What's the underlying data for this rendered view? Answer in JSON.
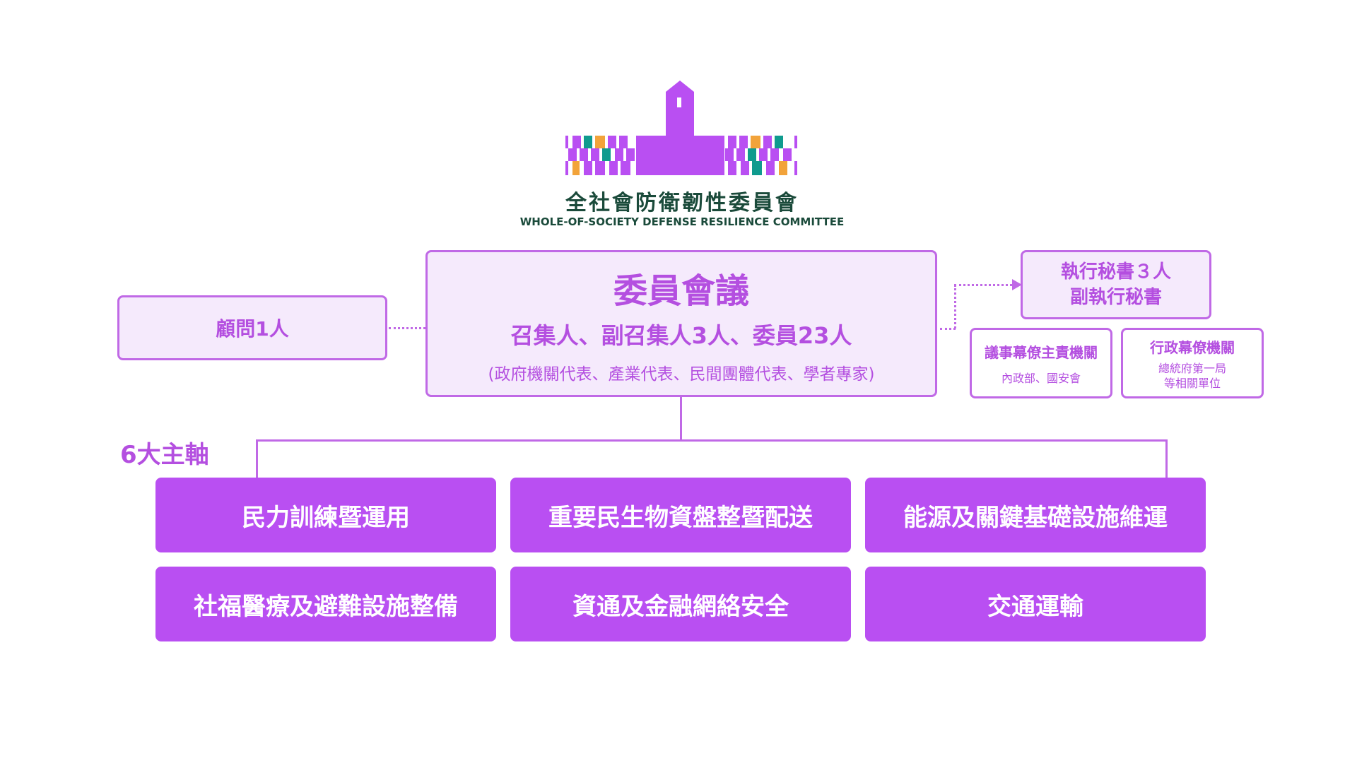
{
  "logo": {
    "name_zh": "全社會防衛韌性委員會",
    "name_en": "WHOLE-OF-SOCIETY DEFENSE RESILIENCE COMMITTEE",
    "colors": {
      "purple": "#b94ff2",
      "green": "#0f9b8e",
      "orange": "#f2a33a",
      "dark_green": "#1a4a3a"
    }
  },
  "advisor": {
    "label": "顧問1人"
  },
  "committee": {
    "title": "委員會議",
    "subtitle": "召集人、副召集人3人、委員23人",
    "note": "(政府機關代表、產業代表、民間團體代表、學者專家)"
  },
  "secretariat": {
    "line1": "執行秘書３人",
    "line2": "副執行秘書"
  },
  "staff_units": [
    {
      "title": "議事幕僚主責機關",
      "detail": "內政部、國安會"
    },
    {
      "title": "行政幕僚機關",
      "detail1": "總統府第一局",
      "detail2": "等相關單位"
    }
  ],
  "pillars_heading": "6大主軸",
  "pillars": [
    "民力訓練暨運用",
    "重要民生物資盤整暨配送",
    "能源及關鍵基礎設施維運",
    "社福醫療及避難設施整備",
    "資通及金融網絡安全",
    "交通運輸"
  ],
  "colors": {
    "accent": "#b94ff2",
    "border": "#c069e6",
    "light_fill": "#f5eafc",
    "text_purple": "#b44fe0"
  }
}
